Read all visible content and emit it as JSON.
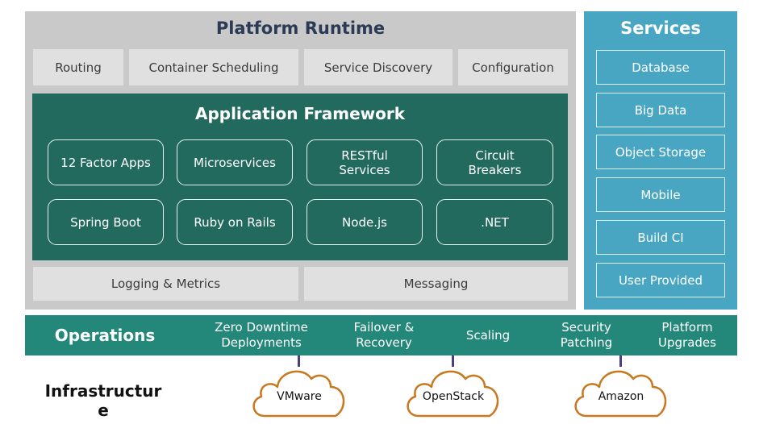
{
  "runtime": {
    "title": "Platform Runtime",
    "top_items": [
      "Routing",
      "Container Scheduling",
      "Service Discovery",
      "Configuration"
    ],
    "bottom_items": [
      "Logging & Metrics",
      "Messaging"
    ]
  },
  "framework": {
    "title": "Application Framework",
    "row1": [
      "12 Factor Apps",
      "Microservices",
      "RESTful\nServices",
      "Circuit\nBreakers"
    ],
    "row2": [
      "Spring Boot",
      "Ruby on Rails",
      "Node.js",
      ".NET"
    ]
  },
  "services": {
    "title": "Services",
    "items": [
      "Database",
      "Big Data",
      "Object Storage",
      "Mobile",
      "Build CI",
      "User Provided"
    ]
  },
  "operations": {
    "title": "Operations",
    "items": [
      "Zero Downtime\nDeployments",
      "Failover &\nRecovery",
      "Scaling",
      "Security\nPatching",
      "Platform\nUpgrades"
    ]
  },
  "infrastructure": {
    "title": "Infrastructur\ne",
    "providers": [
      "VMware",
      "OpenStack",
      "Amazon"
    ]
  },
  "colors": {
    "runtime_bg": "#c9c9c9",
    "framework_bg": "#236a5e",
    "services_bg": "#49a6c3",
    "operations_bg": "#23877a",
    "cloud_stroke": "#c8781f"
  }
}
